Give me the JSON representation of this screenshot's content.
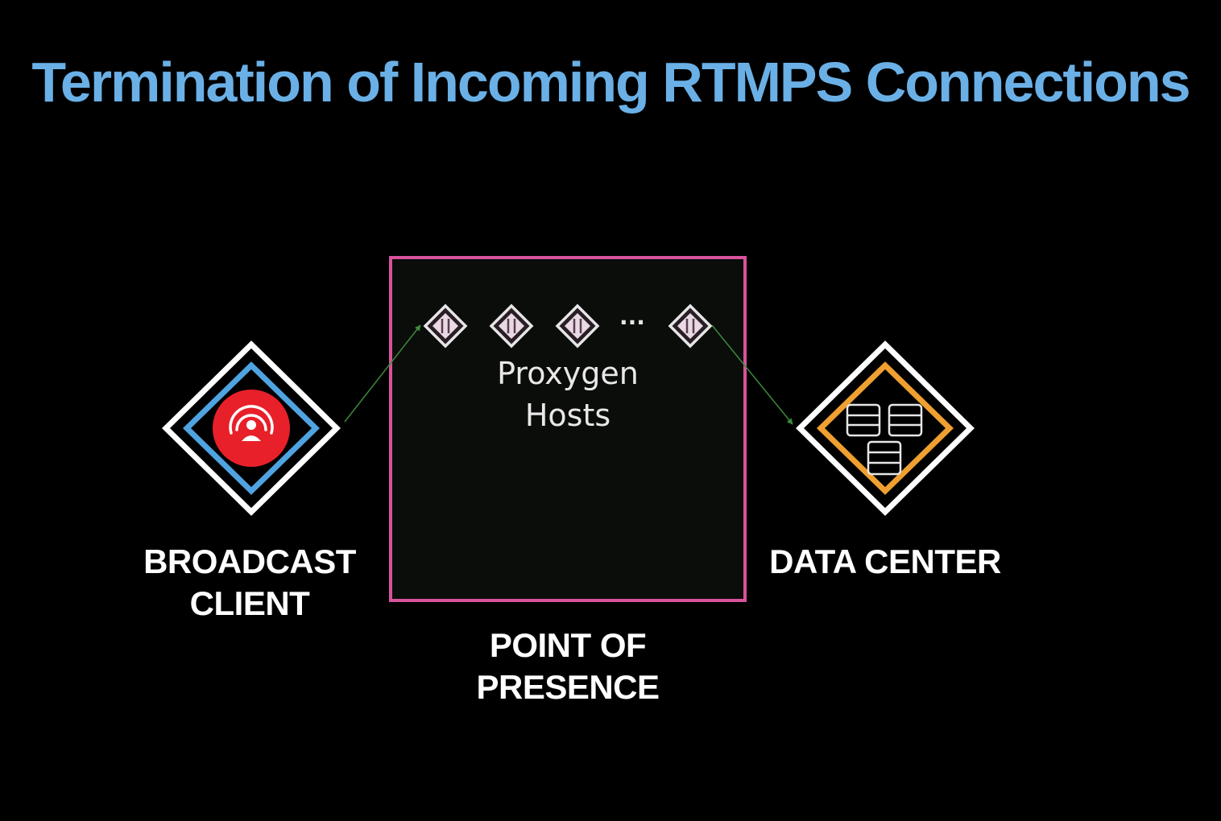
{
  "slide": {
    "title": "Termination of Incoming RTMPS Connections"
  },
  "broadcast_client": {
    "line1": "BROADCAST",
    "line2": "CLIENT",
    "colors": {
      "frame": "#ffffff",
      "inner": "#4fa3e0",
      "circle": "#e8202a"
    }
  },
  "point_of_presence": {
    "line1": "POINT OF",
    "line2": "PRESENCE",
    "border_color": "#d8529c",
    "hosts_label_line1": "Proxygen",
    "hosts_label_line2": "Hosts",
    "ellipsis": "···"
  },
  "data_center": {
    "label": "DATA CENTER",
    "colors": {
      "frame": "#ffffff",
      "inner": "#f0a030"
    }
  },
  "connections": {
    "color": "#3c8c3c"
  }
}
